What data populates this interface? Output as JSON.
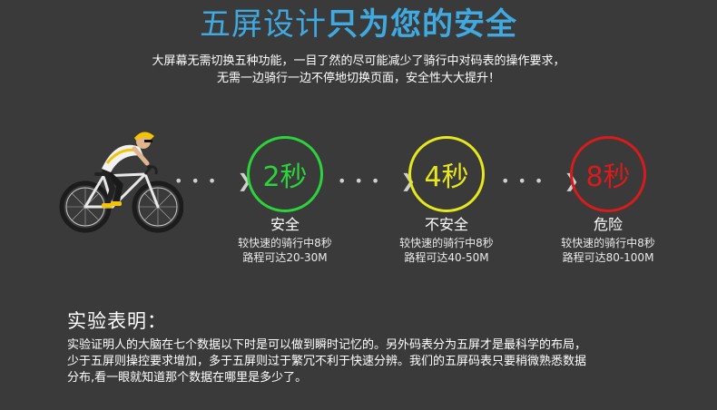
{
  "header": {
    "title_light": "五屏设计",
    "title_bold": "只为您的安全",
    "accent_color": "#3fa9e0"
  },
  "intro": {
    "line1": "大屏幕无需切换五种功能，一目了然的尽可能减少了骑行中对码表的操作要求，",
    "line2": "无需一边骑行一边不停地切换页面，安全性大大提升！"
  },
  "stages": [
    {
      "time": "2秒",
      "label": "安全",
      "desc1": "较快速的骑行中8秒",
      "desc2": "路程可达20-30M",
      "color": "#2bd43a"
    },
    {
      "time": "4秒",
      "label": "不安全",
      "desc1": "较快速的骑行中8秒",
      "desc2": "路程可达40-50M",
      "color": "#e6e81d"
    },
    {
      "time": "8秒",
      "label": "危险",
      "desc1": "较快速的骑行中8秒",
      "desc2": "路程可达80-100M",
      "color": "#d81b1b"
    }
  ],
  "explanation": {
    "title": "实验表明：",
    "line1": "实验证明人的大脑在七个数据以下时是可以做到瞬时记忆的。另外码表分为五屏才是最科学的布局，",
    "line2": "少于五屏则操控要求增加，多于五屏则过于繁冗不利于快速分辨。我们的五屏码表只要稍微熟悉数据",
    "line3": "分布,看一眼就知道那个数据在哪里是多少了。"
  },
  "icons": {
    "cyclist": "cyclist-illustration",
    "arrow": "chevron-right-icon"
  }
}
